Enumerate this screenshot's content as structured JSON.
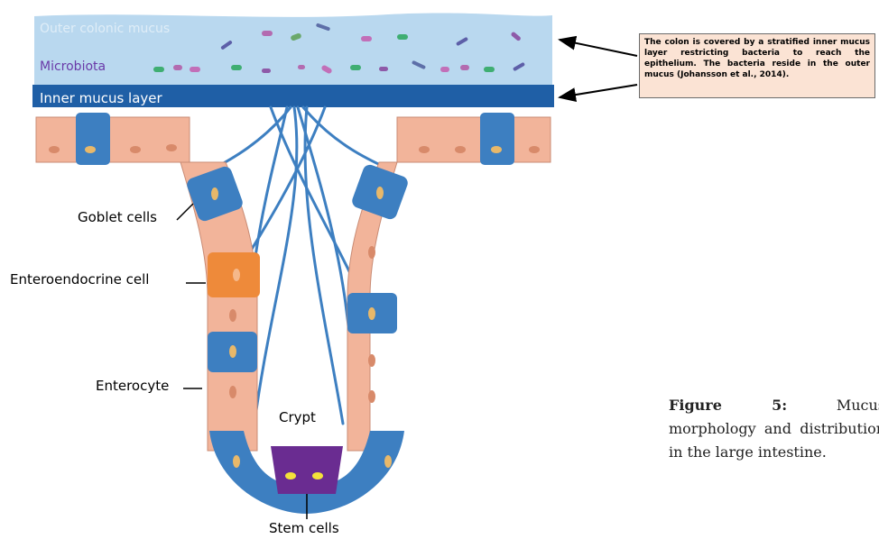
{
  "mucus": {
    "outer_label": "Outer colonic mucus",
    "microbiota_label": "Microbiota",
    "inner_label": "Inner mucus layer"
  },
  "callout": {
    "text": "The colon is covered by a stratified inner mucus layer restricting bacteria to reach the epithelium. The bacteria reside in the outer mucus (Johansson et al., 2014)."
  },
  "labels": {
    "goblet": "Goblet cells",
    "enteroendocrine": "Enteroendocrine cell",
    "enterocyte": "Enterocyte",
    "crypt": "Crypt",
    "stem": "Stem cells"
  },
  "caption": {
    "bold": "Figure 5:",
    "text": " Mucus morphology and distribution in the large intestine."
  },
  "colors": {
    "outer_mucus": "#b9d8ef",
    "inner_mucus": "#1f5fa6",
    "enterocyte": "#f2b49a",
    "goblet": "#3d7fc1",
    "enteroendocrine": "#ee8a3a",
    "stem": "#6a2c91"
  }
}
